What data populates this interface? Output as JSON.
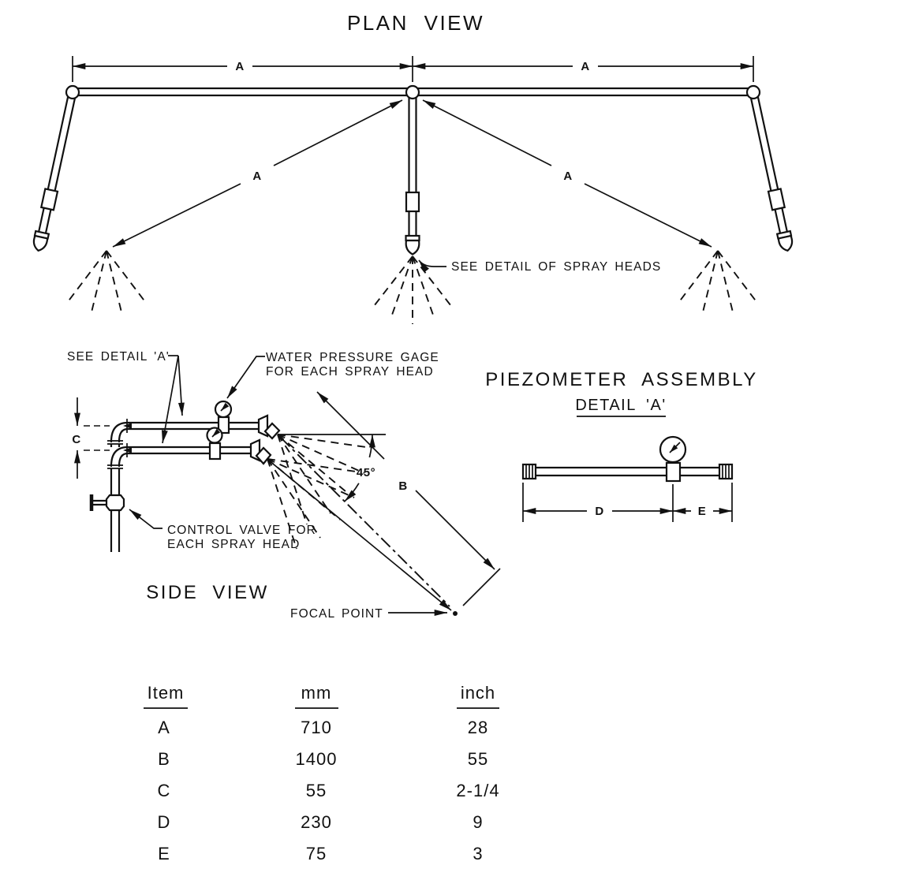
{
  "plan_view": {
    "title": "PLAN VIEW",
    "spray_note": "SEE DETAIL OF SPRAY HEADS",
    "dim_labels": {
      "top_left": "A",
      "top_right": "A",
      "diag_left": "A",
      "diag_right": "A"
    }
  },
  "side_view": {
    "title": "SIDE VIEW",
    "detail_ref_note": "SEE DETAIL 'A'",
    "gage_note": [
      "WATER PRESSURE GAGE",
      "FOR EACH SPRAY HEAD"
    ],
    "valve_note": [
      "CONTROL VALVE FOR",
      "EACH SPRAY HEAD"
    ],
    "focal_point_label": "FOCAL POINT",
    "angle_label": "45°",
    "dim_labels": {
      "b": "B",
      "c": "C"
    }
  },
  "detail_a": {
    "title": "PIEZOMETER ASSEMBLY",
    "subtitle": "DETAIL 'A'",
    "dim_labels": {
      "d": "D",
      "e": "E"
    }
  },
  "dimension_table": {
    "headers": [
      "Item",
      "mm",
      "inch"
    ],
    "rows": [
      [
        "A",
        "710",
        "28"
      ],
      [
        "B",
        "1400",
        "55"
      ],
      [
        "C",
        "55",
        "2-1/4"
      ],
      [
        "D",
        "230",
        "9"
      ],
      [
        "E",
        "75",
        "3"
      ]
    ]
  },
  "colors": {
    "ink": "#111111",
    "background": "#ffffff"
  }
}
